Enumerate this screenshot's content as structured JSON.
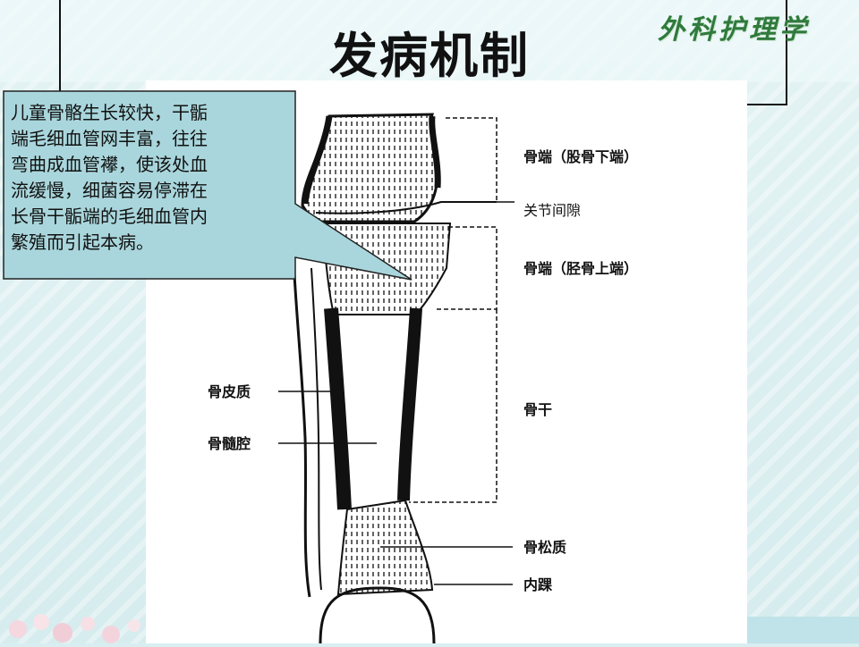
{
  "slide": {
    "title": "发病机制",
    "brand": "外科护理学",
    "callout": "儿童骨骼生长较快，干骺\n端毛细血管网丰富，往往\n弯曲成血管襻，使该处血\n流缓慢，细菌容易停滞在\n长骨干骺端的毛细血管内\n繁殖而引起本病。",
    "labels": {
      "femur_end": "骨端（股骨下端）",
      "joint_space": "关节间隙",
      "tibia_end": "骨端（胫骨上端）",
      "shaft": "骨干",
      "cortex": "骨皮质",
      "marrow_cavity": "骨髓腔",
      "cancellous": "骨松质",
      "malleolus": "内踝"
    }
  },
  "colors": {
    "background": "#d9eef0",
    "callout_fill": "#a9d6dc",
    "brand": "#2f7a3c"
  }
}
